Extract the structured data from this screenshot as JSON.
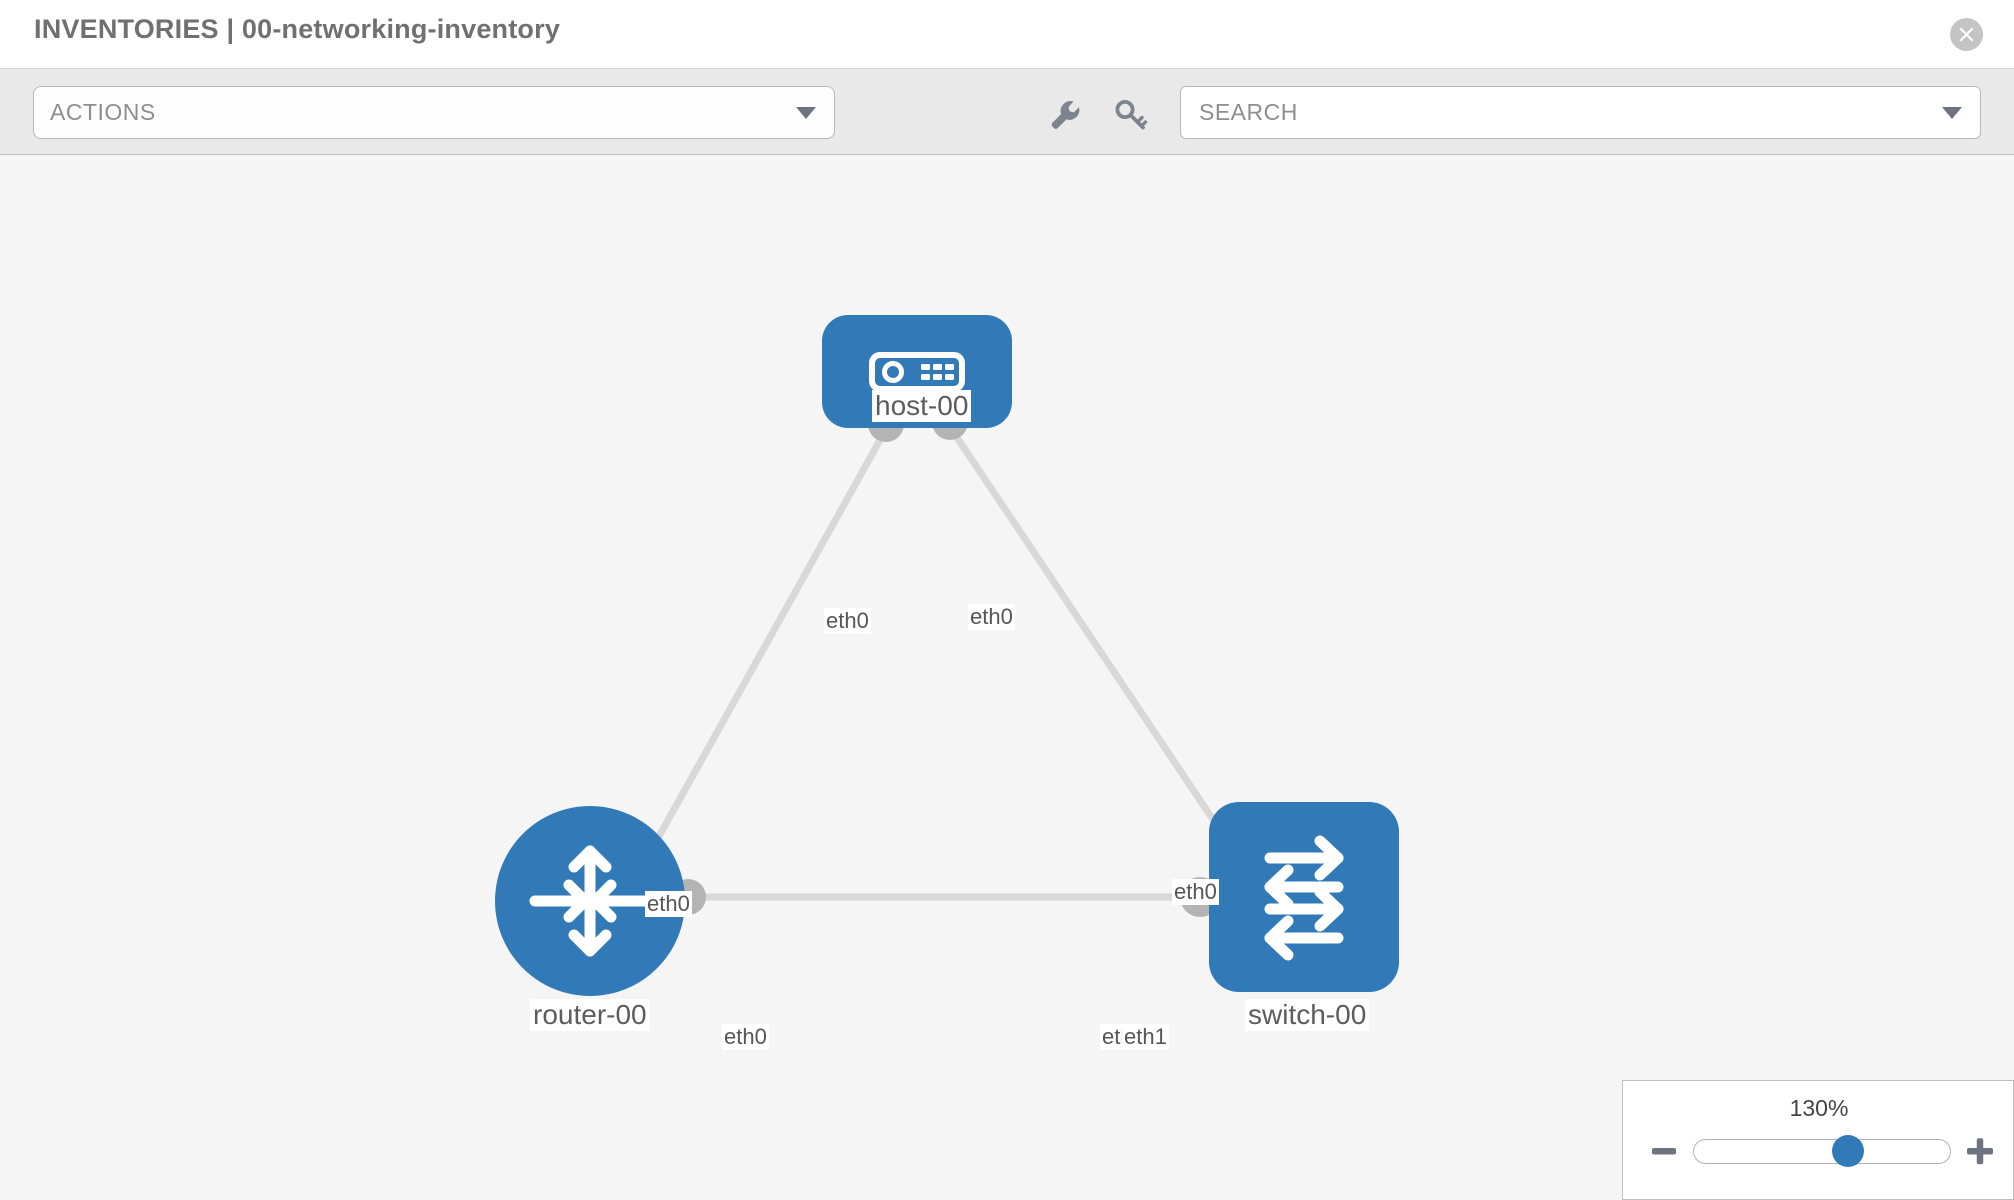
{
  "header": {
    "title": "INVENTORIES | 00-networking-inventory",
    "close_icon": "close-circle-icon"
  },
  "toolbar": {
    "actions_label": "ACTIONS",
    "actions_caret": "chevron-down-icon",
    "wrench_icon": "wrench-icon",
    "key_icon": "key-icon",
    "search_placeholder": "SEARCH",
    "search_value": "",
    "search_caret": "chevron-down-icon"
  },
  "topology": {
    "nodes": [
      {
        "id": "host-00",
        "label": "host-00",
        "type": "host",
        "icon": "server-appliance-icon",
        "shape": "rounded-rect",
        "color": "#3279b7"
      },
      {
        "id": "router-00",
        "label": "router-00",
        "type": "router",
        "icon": "router-arrows-icon",
        "shape": "circle",
        "color": "#3279b7"
      },
      {
        "id": "switch-00",
        "label": "switch-00",
        "type": "switch",
        "icon": "switch-arrows-icon",
        "shape": "rounded-square",
        "color": "#3279b7"
      }
    ],
    "links": [
      {
        "from": "host-00",
        "to": "router-00",
        "from_interface": "eth0",
        "to_interface": "eth0"
      },
      {
        "from": "host-00",
        "to": "switch-00",
        "from_interface": "eth0",
        "to_interface": "eth0"
      },
      {
        "from": "router-00",
        "to": "switch-00",
        "from_interface": "eth0",
        "to_interface": "eth1"
      }
    ],
    "edge_labels": {
      "host_left": "eth0",
      "host_right": "eth0",
      "router_up": "eth0",
      "switch_up": "eth0",
      "router_right": "eth0",
      "switch_left_overlap_a": "eth0",
      "switch_left_overlap_b": "eth1"
    },
    "colors": {
      "node_blue": "#3279b7",
      "link_gray": "#d4d4d4",
      "connector_gray": "#b4b4b4",
      "canvas_bg": "#f5f5f5"
    }
  },
  "zoom_control": {
    "value_label": "130%",
    "minus_icon": "minus-icon",
    "plus_icon": "plus-icon",
    "thumb_position_percent": 60
  }
}
